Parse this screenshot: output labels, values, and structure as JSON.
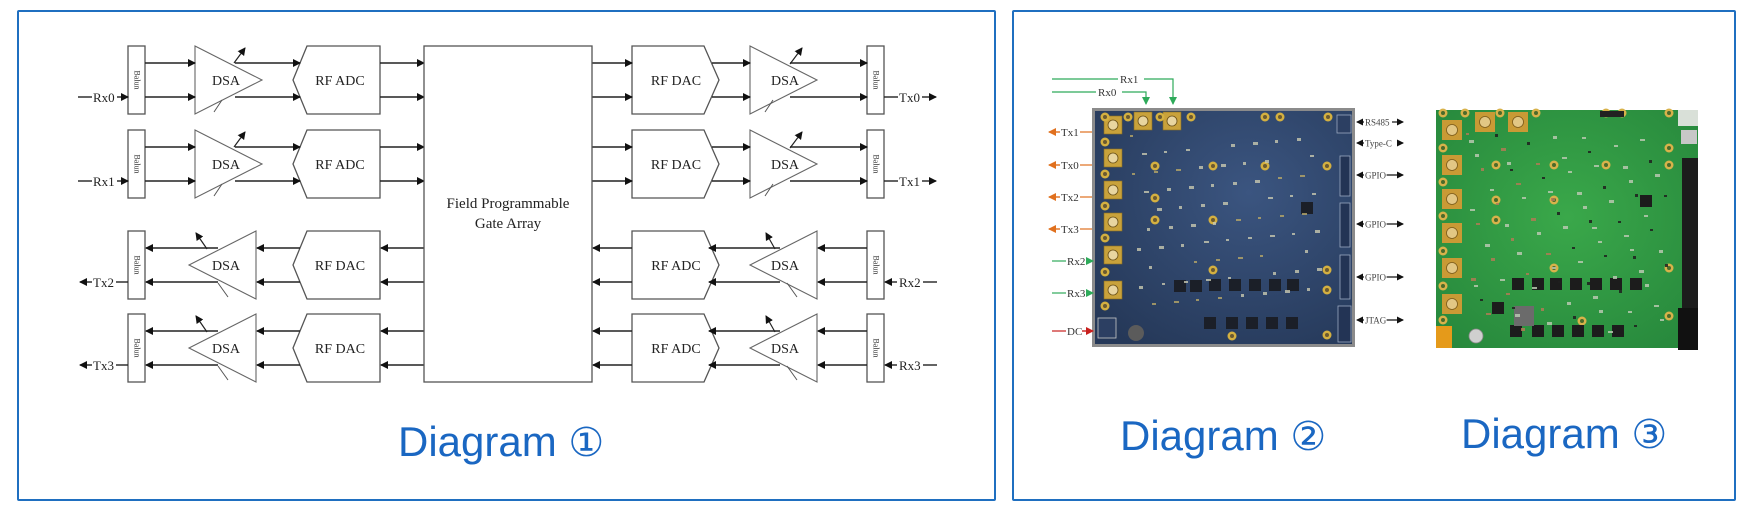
{
  "diagram1": {
    "caption": "Diagram",
    "caption_num": "①",
    "fpga_label_line1": "Field Programmable",
    "fpga_label_line2": "Gate Array",
    "balun_label": "Balun",
    "dsa_label": "DSA",
    "adc_label": "RF ADC",
    "dac_label": "RF DAC",
    "left_ports": [
      "Rx0",
      "Rx1",
      "Tx2",
      "Tx3"
    ],
    "right_ports": [
      "Tx0",
      "Tx1",
      "Rx2",
      "Rx3"
    ],
    "left_blocks": [
      "RF ADC",
      "RF ADC",
      "RF DAC",
      "RF DAC"
    ],
    "right_blocks": [
      "RF DAC",
      "RF DAC",
      "RF ADC",
      "RF ADC"
    ]
  },
  "diagram2": {
    "caption": "Diagram",
    "caption_num": "②",
    "image_alt": "Top-view render of blue PCB board with SMA connectors",
    "top_labels": [
      "Rx1",
      "Rx0"
    ],
    "left_labels": [
      {
        "text": "Tx1",
        "kind": "tx"
      },
      {
        "text": "Tx0",
        "kind": "tx"
      },
      {
        "text": "Tx2",
        "kind": "tx"
      },
      {
        "text": "Tx3",
        "kind": "tx"
      },
      {
        "text": "Rx2",
        "kind": "rx"
      },
      {
        "text": "Rx3",
        "kind": "rx"
      },
      {
        "text": "DC",
        "kind": "power"
      }
    ],
    "right_labels": [
      "RS485",
      "Type-C",
      "GPIO",
      "GPIO",
      "GPIO",
      "JTAG"
    ],
    "colors": {
      "rx": "#2eaa5a",
      "tx": "#e0701e",
      "power": "#c8201e",
      "pcb": "#2c3f62"
    }
  },
  "diagram3": {
    "caption": "Diagram",
    "caption_num": "③",
    "image_alt": "Photo of green PCB board with SMA connectors",
    "colors": {
      "pcb": "#2f9a3e"
    }
  }
}
